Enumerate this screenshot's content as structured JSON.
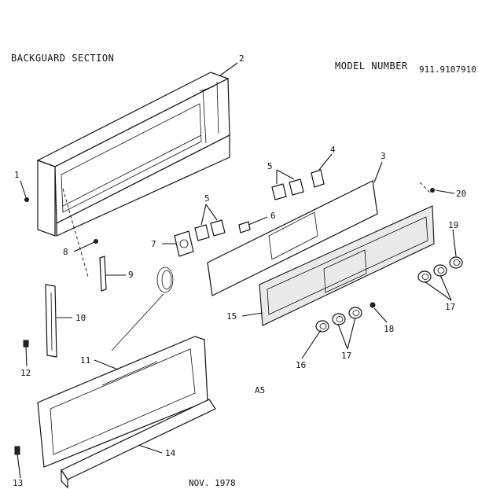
{
  "header": {
    "section_title": "BACKGUARD SECTION",
    "model_label": "MODEL NUMBER",
    "model_number": "911.9107910"
  },
  "footer": {
    "date": "NOV. 1978",
    "page_code": "A5"
  },
  "callouts": [
    "1",
    "2",
    "3",
    "4",
    "5",
    "5",
    "6",
    "7",
    "8",
    "9",
    "10",
    "11",
    "12",
    "13",
    "14",
    "15",
    "16",
    "17",
    "17",
    "18",
    "19",
    "20"
  ]
}
